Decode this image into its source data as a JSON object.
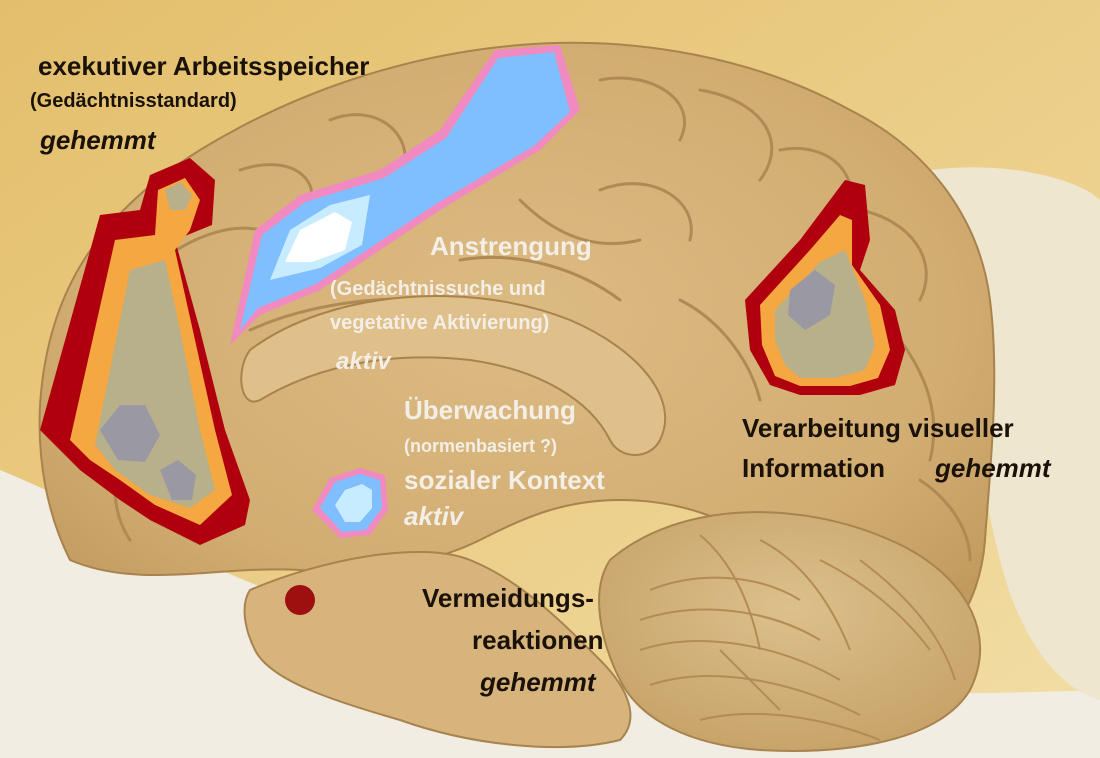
{
  "labels": {
    "executive": {
      "title": "exekutiver Arbeitsspeicher",
      "sub": "(Gedächtnisstandard)",
      "status": "gehemmt"
    },
    "effort": {
      "title": "Anstrengung",
      "sub1": "(Gedächtnissuche und",
      "sub2": "vegetative Aktivierung)",
      "status": "aktiv"
    },
    "monitoring": {
      "title": "Überwachung",
      "sub": "(normenbasiert ?)",
      "context": "sozialer Kontext",
      "status": "aktiv"
    },
    "visual": {
      "line1": "Verarbeitung visueller",
      "line2": "Information",
      "status": "gehemmt"
    },
    "avoidance": {
      "line1": "Vermeidungs-",
      "line2": "reaktionen",
      "status": "gehemmt"
    }
  },
  "colors": {
    "background": "#e8c877",
    "surface": "#f1ece0",
    "brain": "#d5b27a",
    "inhibited_outer": "#b0000d",
    "inhibited_mid": "#f5a742",
    "inhibited_inner": "#b7b08a",
    "inhibited_core": "#9a98a2",
    "active_outer": "#f08ac0",
    "active_mid": "#7fbfff",
    "active_inner": "#c8ecff",
    "active_core": "#ffffff"
  }
}
